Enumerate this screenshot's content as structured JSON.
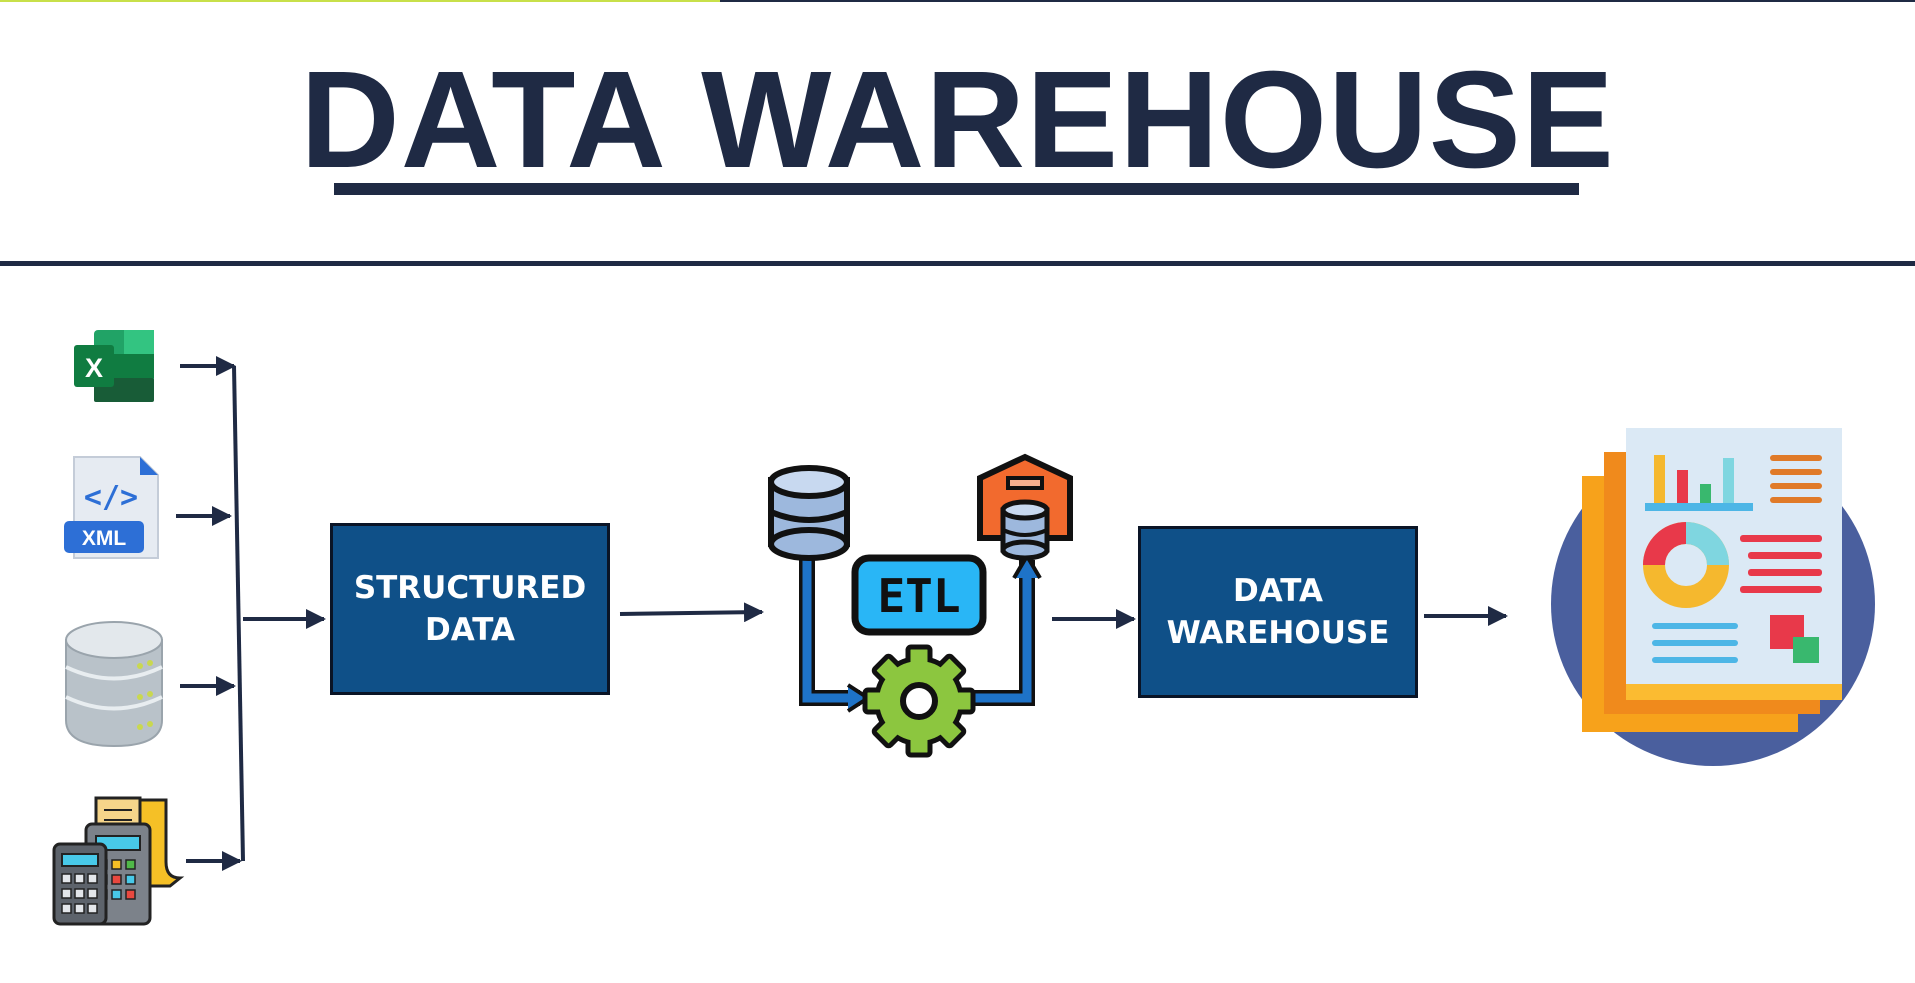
{
  "title": "DATA WAREHOUSE",
  "colors": {
    "navy": "#1f2a44",
    "box_fill": "#0f5088",
    "accent_top": "#c8e04a"
  },
  "sources": [
    {
      "icon": "excel-icon",
      "badge": "X"
    },
    {
      "icon": "xml-file-icon",
      "badge": "XML",
      "code": "</>"
    },
    {
      "icon": "database-server-icon"
    },
    {
      "icon": "pos-terminal-icon"
    }
  ],
  "structured_box": {
    "label": "STRUCTURED\nDATA"
  },
  "etl": {
    "icon": "etl-process-icon",
    "label": "ETL"
  },
  "warehouse_box": {
    "label": "DATA\nWAREHOUSE"
  },
  "report": {
    "icon": "report-dashboard-icon"
  }
}
